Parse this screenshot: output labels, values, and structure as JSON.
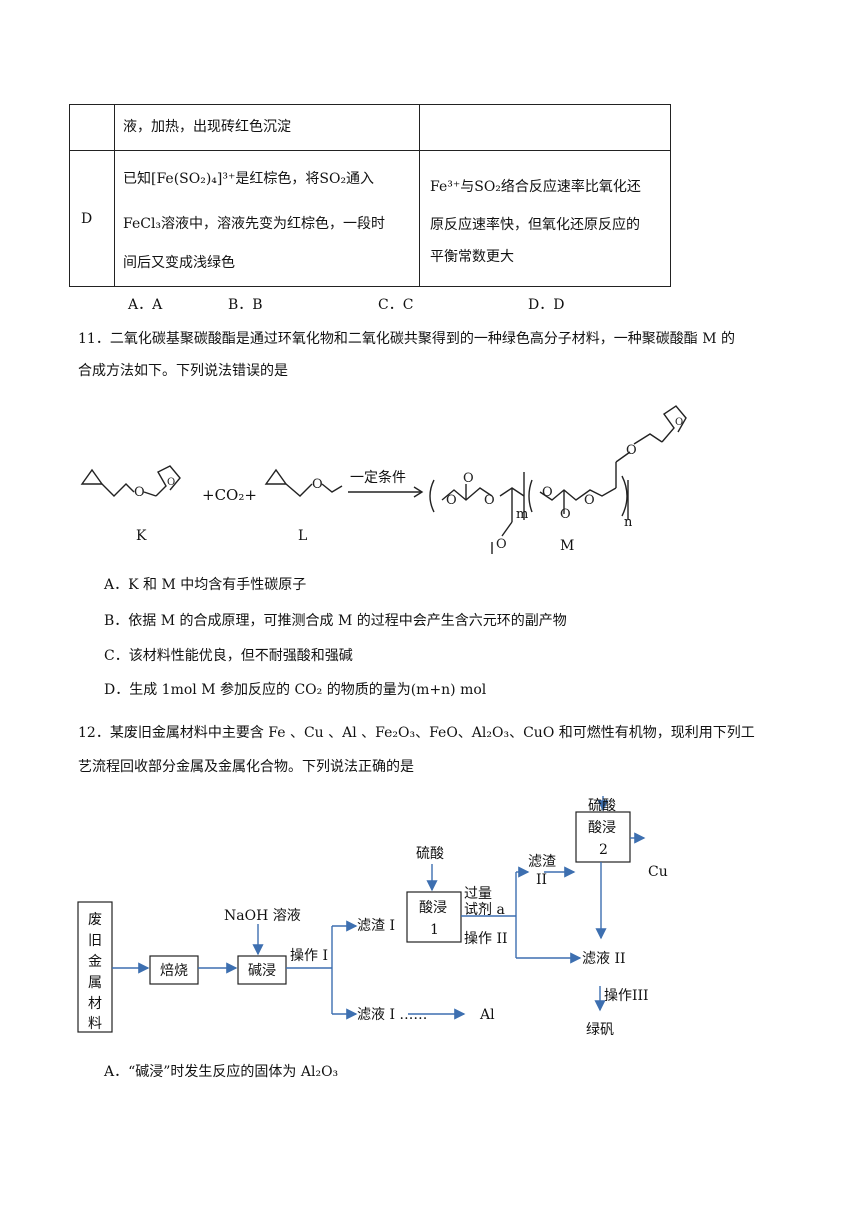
{
  "table": {
    "row_c_text": "液，加热，出现砖红色沉淀",
    "row_d_label": "D",
    "row_d_left": [
      "已知[Fe(SO₂)₄]³⁺是红棕色，将SO₂通入",
      "FeCl₃溶液中，溶液先变为红棕色，一段时",
      "间后又变成浅绿色"
    ],
    "row_d_right": [
      "Fe³⁺与SO₂络合反应速率比氧化还",
      "原反应速率快，但氧化还原反应的",
      "平衡常数更大"
    ]
  },
  "q10_options": [
    "A．A",
    "B．B",
    "C．C",
    "D．D"
  ],
  "q11": {
    "stem_line1": "11．二氧化碳基聚碳酸酯是通过环氧化物和二氧化碳共聚得到的一种绿色高分子材料，一种聚碳酸酯 M 的",
    "stem_line2": "合成方法如下。下列说法错误的是",
    "scheme": {
      "label_k": "K",
      "label_l": "L",
      "label_m": "M",
      "co2": "+CO₂+",
      "condition": "一定条件",
      "sub_m": "m",
      "sub_n": "n"
    },
    "options": [
      "A．K 和 M 中均含有手性碳原子",
      "B．依据 M 的合成原理，可推测合成 M 的过程中会产生含六元环的副产物",
      "C．该材料性能优良，但不耐强酸和强碱",
      "D．生成 1mol M 参加反应的 CO₂ 的物质的量为(m+n) mol"
    ]
  },
  "q12": {
    "stem_line1": "12．某废旧金属材料中主要含 Fe 、Cu 、Al 、Fe₂O₃、FeO、Al₂O₃、CuO 和可燃性有机物，现利用下列工",
    "stem_line2": "艺流程回收部分金属及金属化合物。下列说法正确的是",
    "flow": {
      "raw": [
        "废",
        "旧",
        "金",
        "属",
        "材",
        "料"
      ],
      "roast": "焙烧",
      "naoh": "NaOH 溶液",
      "alkali": "碱浸",
      "op1": "操作 I",
      "residue1": "滤渣 I",
      "filtrate1": "滤液 I ……",
      "al": "Al",
      "acid1": "硫酸",
      "leach1": [
        "酸浸",
        "1"
      ],
      "excess": [
        "过量",
        "试剂 a"
      ],
      "op2": "操作 II",
      "residue2": [
        "滤渣",
        "II"
      ],
      "acid2": "硫酸",
      "leach2": [
        "酸浸",
        "2"
      ],
      "cu": "Cu",
      "filtrate2": "滤液 II",
      "op3": "操作III",
      "product": "绿矾"
    },
    "option_a": "A．“碱浸”时发生反应的固体为 Al₂O₃"
  }
}
